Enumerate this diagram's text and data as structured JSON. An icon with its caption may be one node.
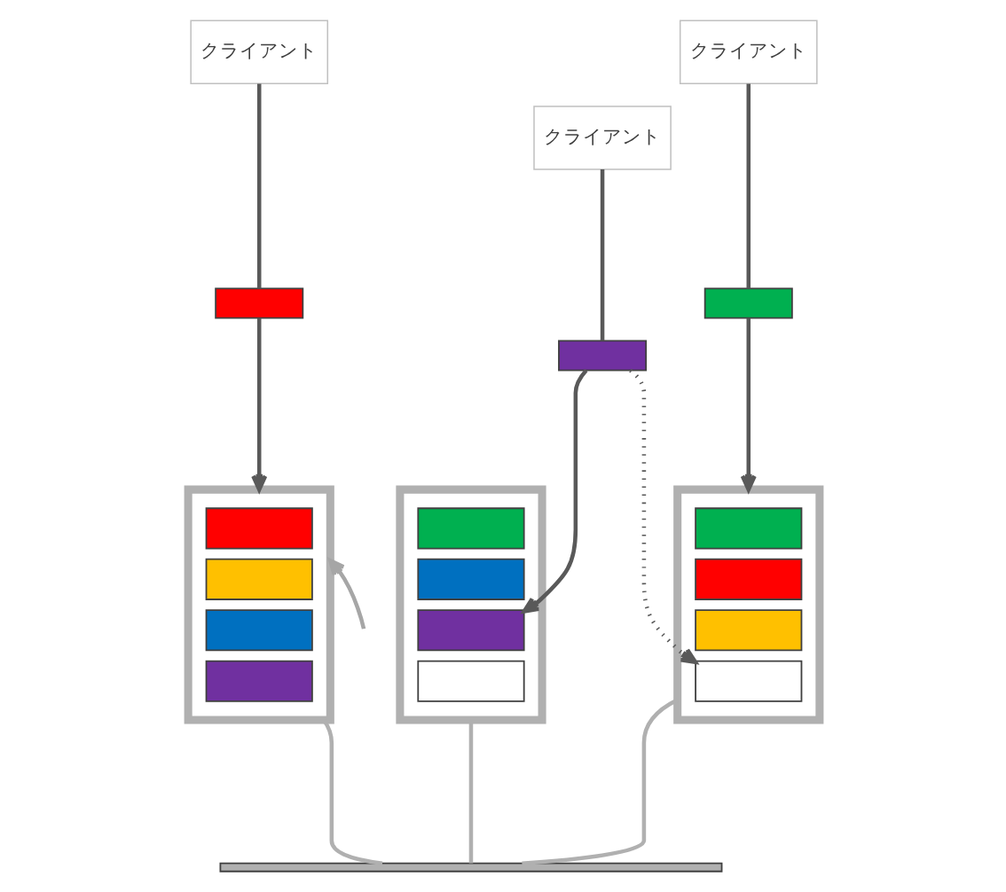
{
  "diagram": {
    "nodes": [
      {
        "text": [
          "クライアント"
        ]
      },
      {
        "text": [
          "クライアント"
        ]
      },
      {
        "text": [
          "クライアント"
        ]
      },
      {
        "text": [],
        "shape": "box"
      },
      {
        "text": [],
        "shape": "box"
      },
      {
        "text": [],
        "shape": "box"
      },
      {
        "text": [],
        "shape": "box"
      },
      {
        "text": [],
        "shape": "box",
        "in": 6
      },
      {
        "text": [],
        "shape": "box",
        "in": 6
      },
      {
        "text": [],
        "shape": "box",
        "in": 6
      },
      {
        "text": [],
        "shape": "box",
        "in": 6
      },
      {
        "text": [],
        "shape": "box"
      },
      {
        "text": [],
        "shape": "box",
        "in": 11
      },
      {
        "text": [],
        "shape": "box",
        "in": 11
      },
      {
        "text": [],
        "shape": "box",
        "in": 11
      },
      {
        "text": [],
        "shape": "box",
        "in": 11
      },
      {
        "text": [],
        "shape": "box"
      },
      {
        "text": [],
        "shape": "box",
        "in": 16
      },
      {
        "text": [],
        "shape": "box",
        "in": 16
      },
      {
        "text": [],
        "shape": "box",
        "in": 16
      },
      {
        "text": [],
        "shape": "box",
        "in": 16
      },
      {
        "text": [],
        "shape": "bar"
      }
    ],
    "edges": [
      {
        "from": 0,
        "to": 3,
        "arrow": "none"
      },
      {
        "from": 3,
        "to": 6,
        "arrow": "to"
      },
      {
        "from": 1,
        "to": 4,
        "arrow": "none"
      },
      {
        "from": 4,
        "to": 11,
        "arrow": "to"
      },
      {
        "from": 2,
        "to": 5,
        "arrow": "none"
      },
      {
        "from": 5,
        "to": 19,
        "arrow": "to"
      },
      {
        "from": 5,
        "to": 15,
        "arrow": "to",
        "style": "dashed"
      },
      {
        "from": null,
        "to": 6,
        "arrow": "to",
        "color": "#a6a6a6"
      },
      {
        "from": 6,
        "to": 21,
        "arrow": "none",
        "color": "#b0b0b0"
      },
      {
        "from": 11,
        "to": 21,
        "arrow": "none",
        "color": "#b0b0b0"
      },
      {
        "from": 16,
        "to": 21,
        "arrow": "none",
        "color": "#b0b0b0"
      }
    ]
  }
}
